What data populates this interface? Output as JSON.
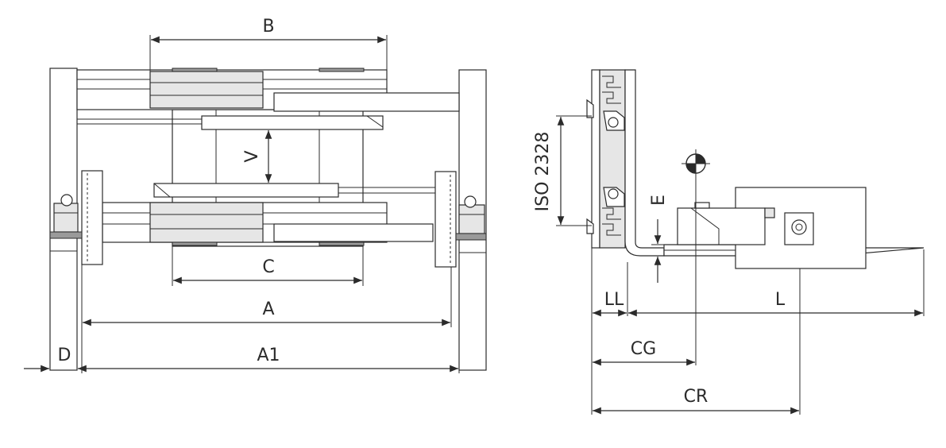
{
  "labels": {
    "B": "B",
    "V": "V",
    "C": "C",
    "A": "A",
    "A1": "A1",
    "D": "D",
    "iso": "ISO 2328",
    "E": "E",
    "LL": "LL",
    "L": "L",
    "CG": "CG",
    "CR": "CR"
  },
  "colors": {
    "line": "#2b2b2b",
    "fill_light": "#e6e6e6",
    "fill_dark": "#9a9a9a"
  }
}
